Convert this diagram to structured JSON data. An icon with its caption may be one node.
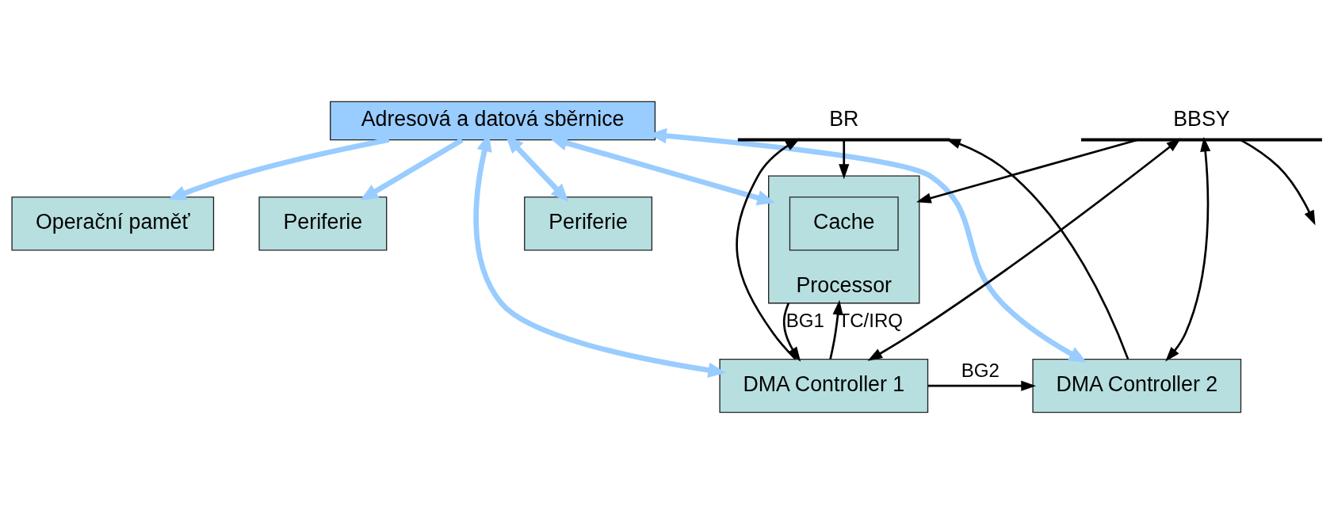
{
  "diagram": {
    "nodes": [
      {
        "text": [
          "Operační paměť"
        ]
      },
      {
        "text": [
          "Adresová a datová sběrnice"
        ]
      },
      {
        "text": [
          "Periferie"
        ]
      },
      {
        "text": [
          "Processor"
        ]
      },
      {
        "text": [
          "Cache"
        ],
        "in": 3
      },
      {
        "text": [
          "BBSY"
        ]
      },
      {
        "text": [
          "Periferie"
        ]
      },
      {
        "text": [
          "BR"
        ]
      },
      {
        "text": [
          "DMA Controller 1"
        ]
      },
      {
        "text": [
          "DMA Controller 2"
        ]
      }
    ],
    "edges": [
      {
        "from": 1,
        "to": 0,
        "arrow": "to",
        "style": "thick",
        "color": "#99ccff"
      },
      {
        "from": 1,
        "to": 2,
        "arrow": "to",
        "style": "thick",
        "color": "#99ccff"
      },
      {
        "from": 1,
        "to": 3,
        "arrow": "both",
        "style": "thick",
        "color": "#99ccff"
      },
      {
        "from": 1,
        "to": 8,
        "arrow": "both",
        "style": "thick",
        "color": "#99ccff"
      },
      {
        "from": 1,
        "to": 9,
        "arrow": "both",
        "style": "thick",
        "color": "#99ccff"
      },
      {
        "from": 1,
        "to": 6,
        "arrow": "both",
        "style": "thick",
        "color": "#99ccff"
      },
      {
        "from": 5,
        "to": 3,
        "arrow": "to"
      },
      {
        "from": 5,
        "to": null,
        "arrow": "to"
      },
      {
        "from": 8,
        "to": 5,
        "arrow": "both"
      },
      {
        "from": 9,
        "to": 5,
        "arrow": "both"
      },
      {
        "from": 7,
        "to": 3,
        "arrow": "to"
      },
      {
        "from": 8,
        "to": 7,
        "arrow": "to"
      },
      {
        "from": 9,
        "to": 7,
        "arrow": "to"
      },
      {
        "from": 8,
        "to": 3,
        "label": "TC/IRQ",
        "arrow": "to"
      },
      {
        "from": 3,
        "to": 8,
        "label": "BG1",
        "arrow": "to"
      },
      {
        "from": 8,
        "to": 9,
        "label": "BG2",
        "arrow": "to"
      }
    ]
  }
}
